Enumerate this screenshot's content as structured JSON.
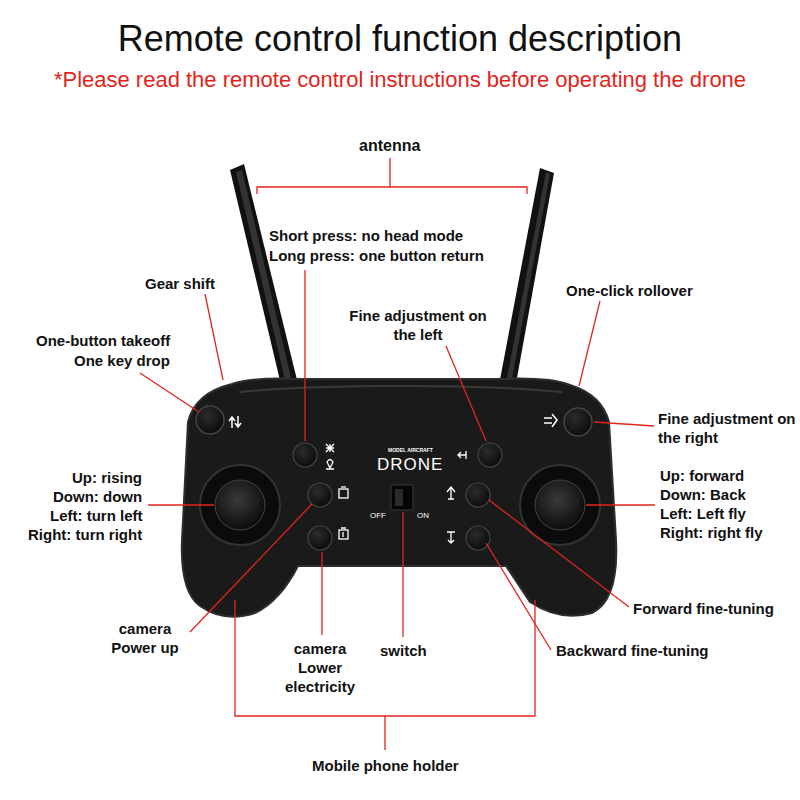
{
  "diagram": {
    "title": "Remote control function description",
    "labels": [
      "*Please read the remote control instructions before operating the drone",
      "antenna",
      "Short press: no head mode",
      "Long press: one button return",
      "Gear shift",
      "One-click rollover",
      "Fine adjustment on the left",
      "One-button takeoff",
      "One key drop",
      "Fine adjustment on the right",
      "Up: rising",
      "Down: down",
      "Left: turn left",
      "Right: turn right",
      "Up: forward",
      "Down: Back",
      "Left: Left fly",
      "Right: right fly",
      "Forward fine-tuning",
      "camera Power up",
      "camera Lower electricity",
      "switch",
      "Backward fine-tuning",
      "Mobile phone holder",
      "MODEL AIRCRAFT",
      "DRONE",
      "OFF",
      "ON"
    ]
  }
}
